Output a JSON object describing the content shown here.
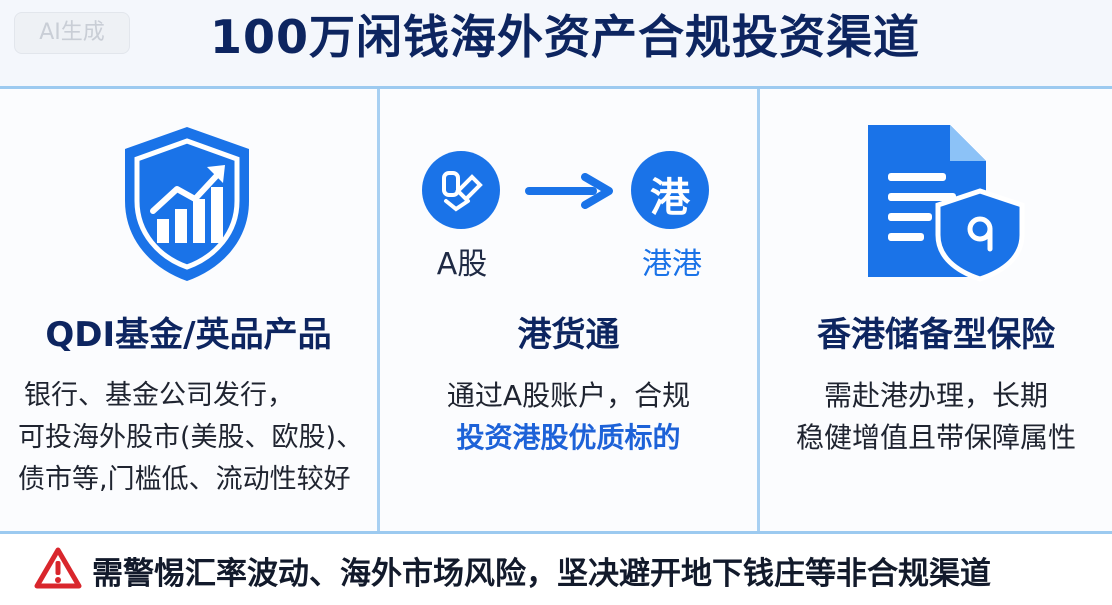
{
  "badge": "AI生成",
  "title": "100万闲钱海外资产合规投资渠道",
  "colors": {
    "accent": "#1a73e8",
    "title": "#0d2560",
    "warning": "#d9262c"
  },
  "columns": [
    {
      "icon": "shield-chart-icon",
      "title": "QDI基金/英品产品",
      "desc_lines": [
        "银行、基金公司发行，",
        "可投海外股市(美股、欧股)、",
        "债市等,门槛低、流动性较好"
      ]
    },
    {
      "icon": "stock-to-hk-icon",
      "left_circle_icon": "stock-account-icon",
      "right_circle_char": "港",
      "left_label": "A股",
      "right_label": "港港",
      "title": "港货通",
      "desc_line1": "通过A股账户，合规",
      "desc_line2_highlight": "投资港股优质标的"
    },
    {
      "icon": "document-shield-icon",
      "title": "香港储备型保险",
      "desc_lines": [
        "需赴港办理，长期",
        "稳健增值且带保障属性"
      ]
    }
  ],
  "footer": {
    "icon": "warning-triangle-icon",
    "text": "需警惕汇率波动、海外市场风险，坚决避开地下钱庄等非合规渠道"
  }
}
